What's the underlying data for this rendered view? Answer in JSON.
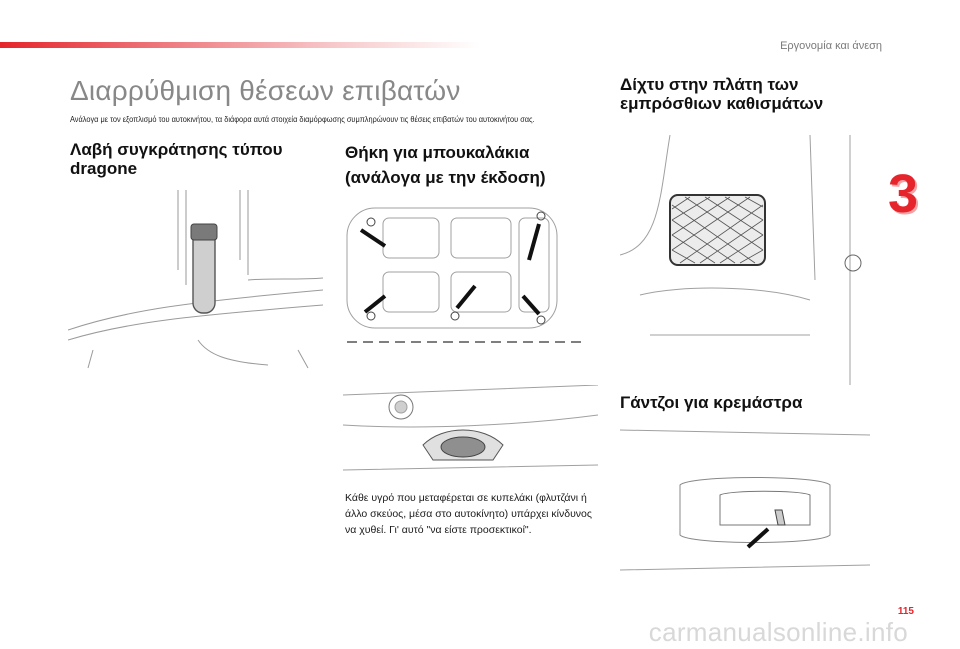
{
  "header": {
    "section_title": "Εργονομία και άνεση"
  },
  "page": {
    "title": "Διαρρύθμιση θέσεων επιβατών",
    "subtitle": "Ανάλογα με τον εξοπλισμό του αυτοκινήτου, τα διάφορα αυτά στοιχεία διαμόρφωσης συμπληρώνουν τις θέσεις επιβατών του αυτοκινήτου σας.",
    "chapter_number": "3",
    "page_number": "115",
    "watermark": "carmanualsonline.info"
  },
  "sections": {
    "grab_handle": {
      "heading": "Λαβή συγκράτησης τύπου dragone"
    },
    "cup_holders": {
      "heading": "Θήκη για μπουκαλάκια (ανάλογα με την έκδοση)",
      "body": "Κάθε υγρό που μεταφέρεται σε κυπελάκι (φλυτζάνι ή άλλο σκεύος, μέσα στο αυτοκίνητο) υπάρχει κίνδυνος να χυθεί. Γι' αυτό \"να είστε προσεκτικοί\"."
    },
    "seatback_net": {
      "heading": "Δίχτυ στην πλάτη των εμπρόσθιων καθισμάτων"
    },
    "coat_hooks": {
      "heading": "Γάντζοι για κρεμάστρα"
    }
  },
  "colors": {
    "accent": "#e5242b",
    "title_gray": "#888888"
  }
}
